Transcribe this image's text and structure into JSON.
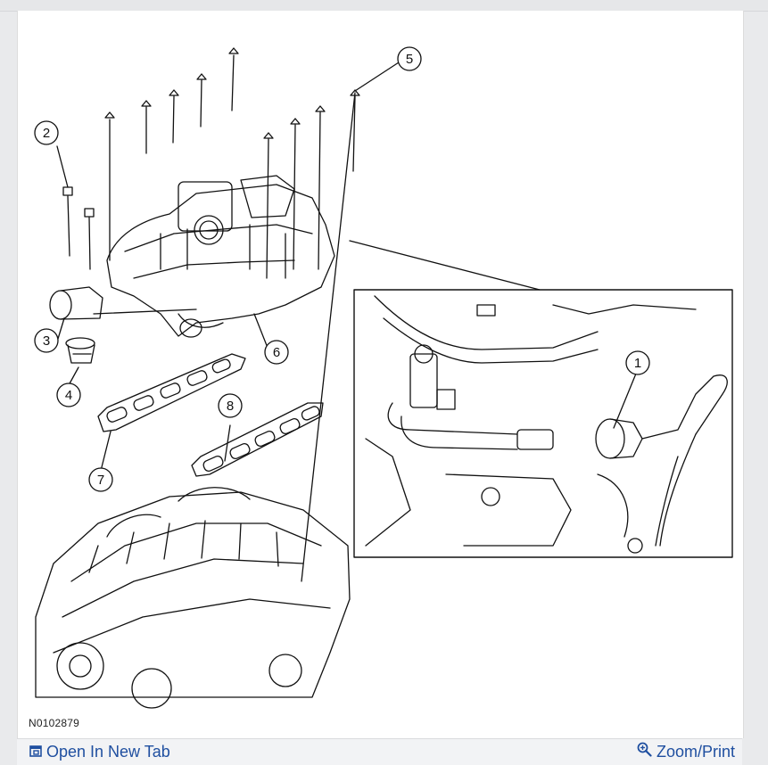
{
  "figure": {
    "id": "N0102879",
    "callouts": [
      "1",
      "2",
      "3",
      "4",
      "5",
      "6",
      "7",
      "8"
    ]
  },
  "footer": {
    "open_label": "Open In New Tab",
    "zoom_label": "Zoom/Print",
    "open_icon": "open-in-new-tab-icon",
    "zoom_icon": "magnifier-icon"
  },
  "colors": {
    "link": "#1f4fa0",
    "line_art": "#111111"
  }
}
